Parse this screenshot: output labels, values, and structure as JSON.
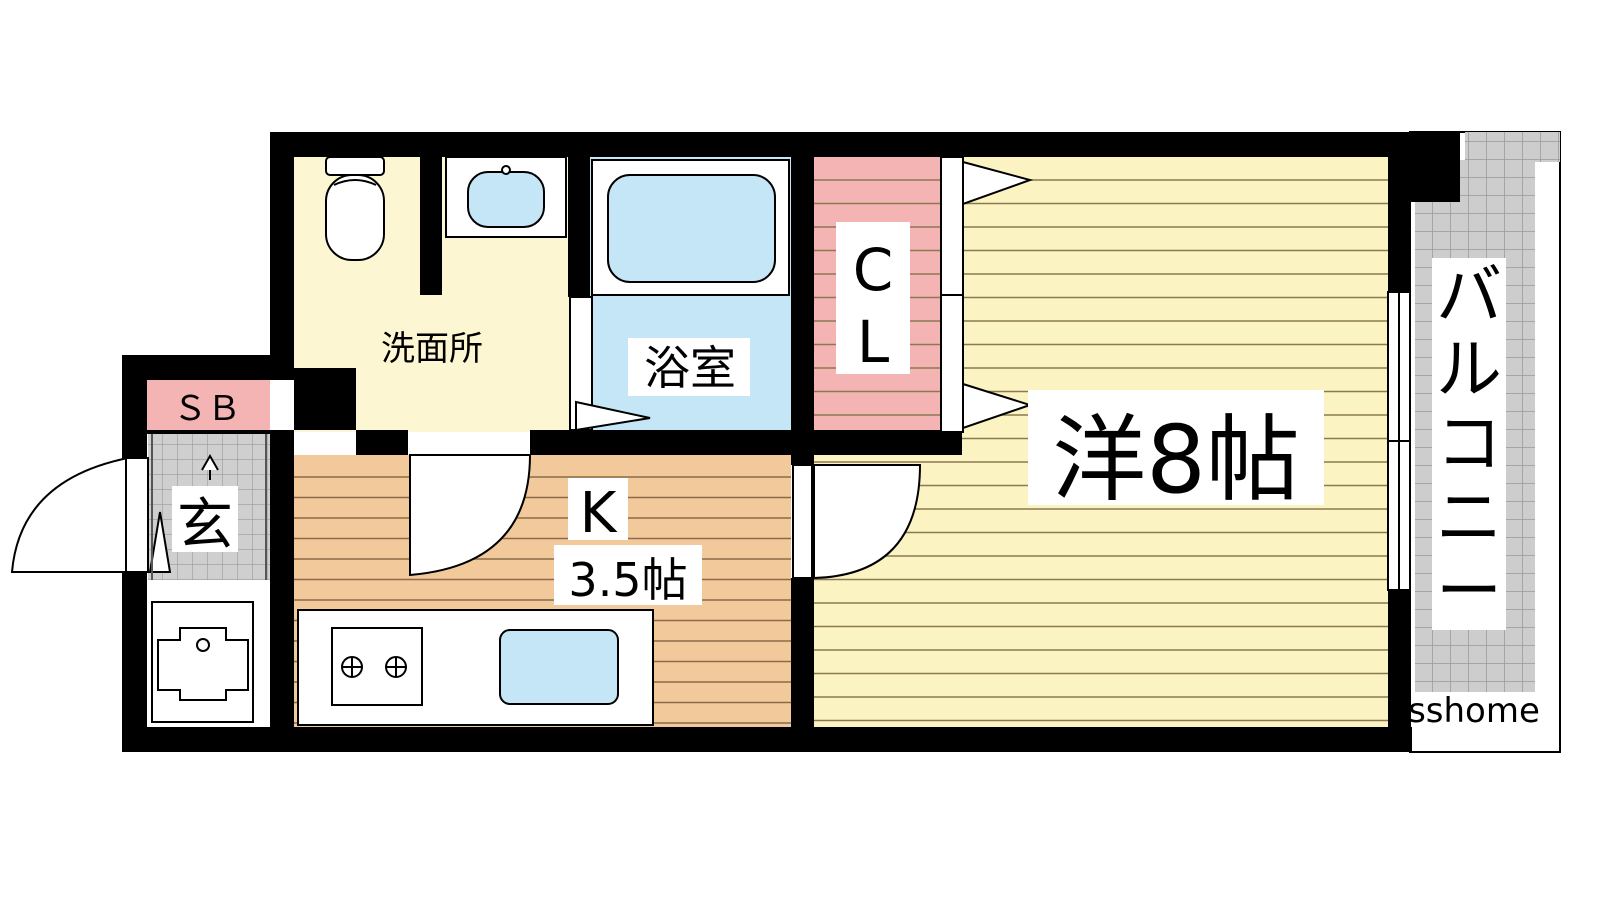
{
  "floorplan": {
    "rooms": {
      "washroom": "洗面所",
      "bath": "浴室",
      "closet_c": "C",
      "closet_l": "L",
      "western": "洋8帖",
      "kitchen_k": "K",
      "kitchen_size": "3.5帖",
      "shoebox": "ＳＢ",
      "entrance": "玄",
      "balcony": [
        "バ",
        "ル",
        "コ",
        "ニ",
        "ー"
      ]
    },
    "watermark": "sshome",
    "colors": {
      "wall": "#000000",
      "washroom_floor": "#fcf6d2",
      "kitchen_floor": "#f2c99a",
      "western_floor": "#fcf3c2",
      "bath": "#c4e6f6",
      "closet": "#f5b4b4",
      "balcony_tile": "#cdcdcd",
      "entrance_tile": "#cfcfcf"
    }
  }
}
